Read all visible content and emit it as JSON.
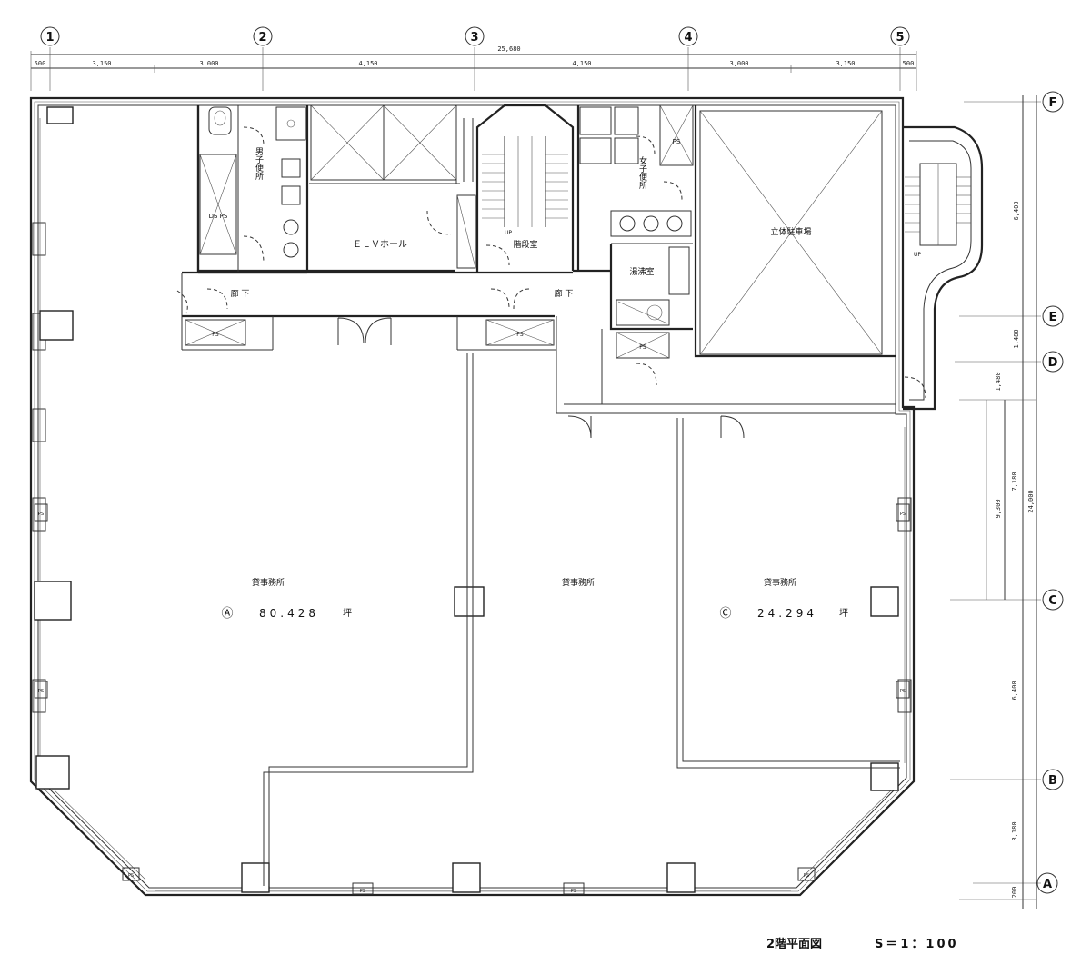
{
  "grid_columns": [
    "1",
    "2",
    "3",
    "4",
    "5"
  ],
  "grid_rows": [
    "F",
    "E",
    "D",
    "C",
    "B",
    "A"
  ],
  "top_dimensions": {
    "total": "25,680",
    "segments": [
      "500",
      "3,150",
      "3,000",
      "4,150",
      "4,150",
      "3,000",
      "3,150",
      "500"
    ]
  },
  "right_dimensions": {
    "total": "24,000",
    "subtotal": "7,180",
    "sub2": "9,300",
    "segments": [
      "6,400",
      "1,480",
      "1,480",
      "6,400",
      "3,180",
      "200"
    ]
  },
  "rooms": {
    "elv_hall": "ＥＬＶホール",
    "corridor_left": "廊 下",
    "corridor_right": "廊 下",
    "mens_toilet": "男子便所",
    "womens_toilet": "女子便所",
    "stair_room": "階段室",
    "kitchen": "湯沸室",
    "parking": "立体駐車場",
    "office_a": "貸事務所",
    "office_b": "貸事務所",
    "office_c": "貸事務所",
    "ps": "PS",
    "dsps": "DS PS",
    "up": "UP"
  },
  "areas": {
    "a_mark": "Ⓐ",
    "a_value": "80.428",
    "c_mark": "Ⓒ",
    "c_value": "24.294",
    "unit": "坪"
  },
  "title": {
    "plan_name": "2階平面図",
    "scale": "S＝1：100"
  }
}
